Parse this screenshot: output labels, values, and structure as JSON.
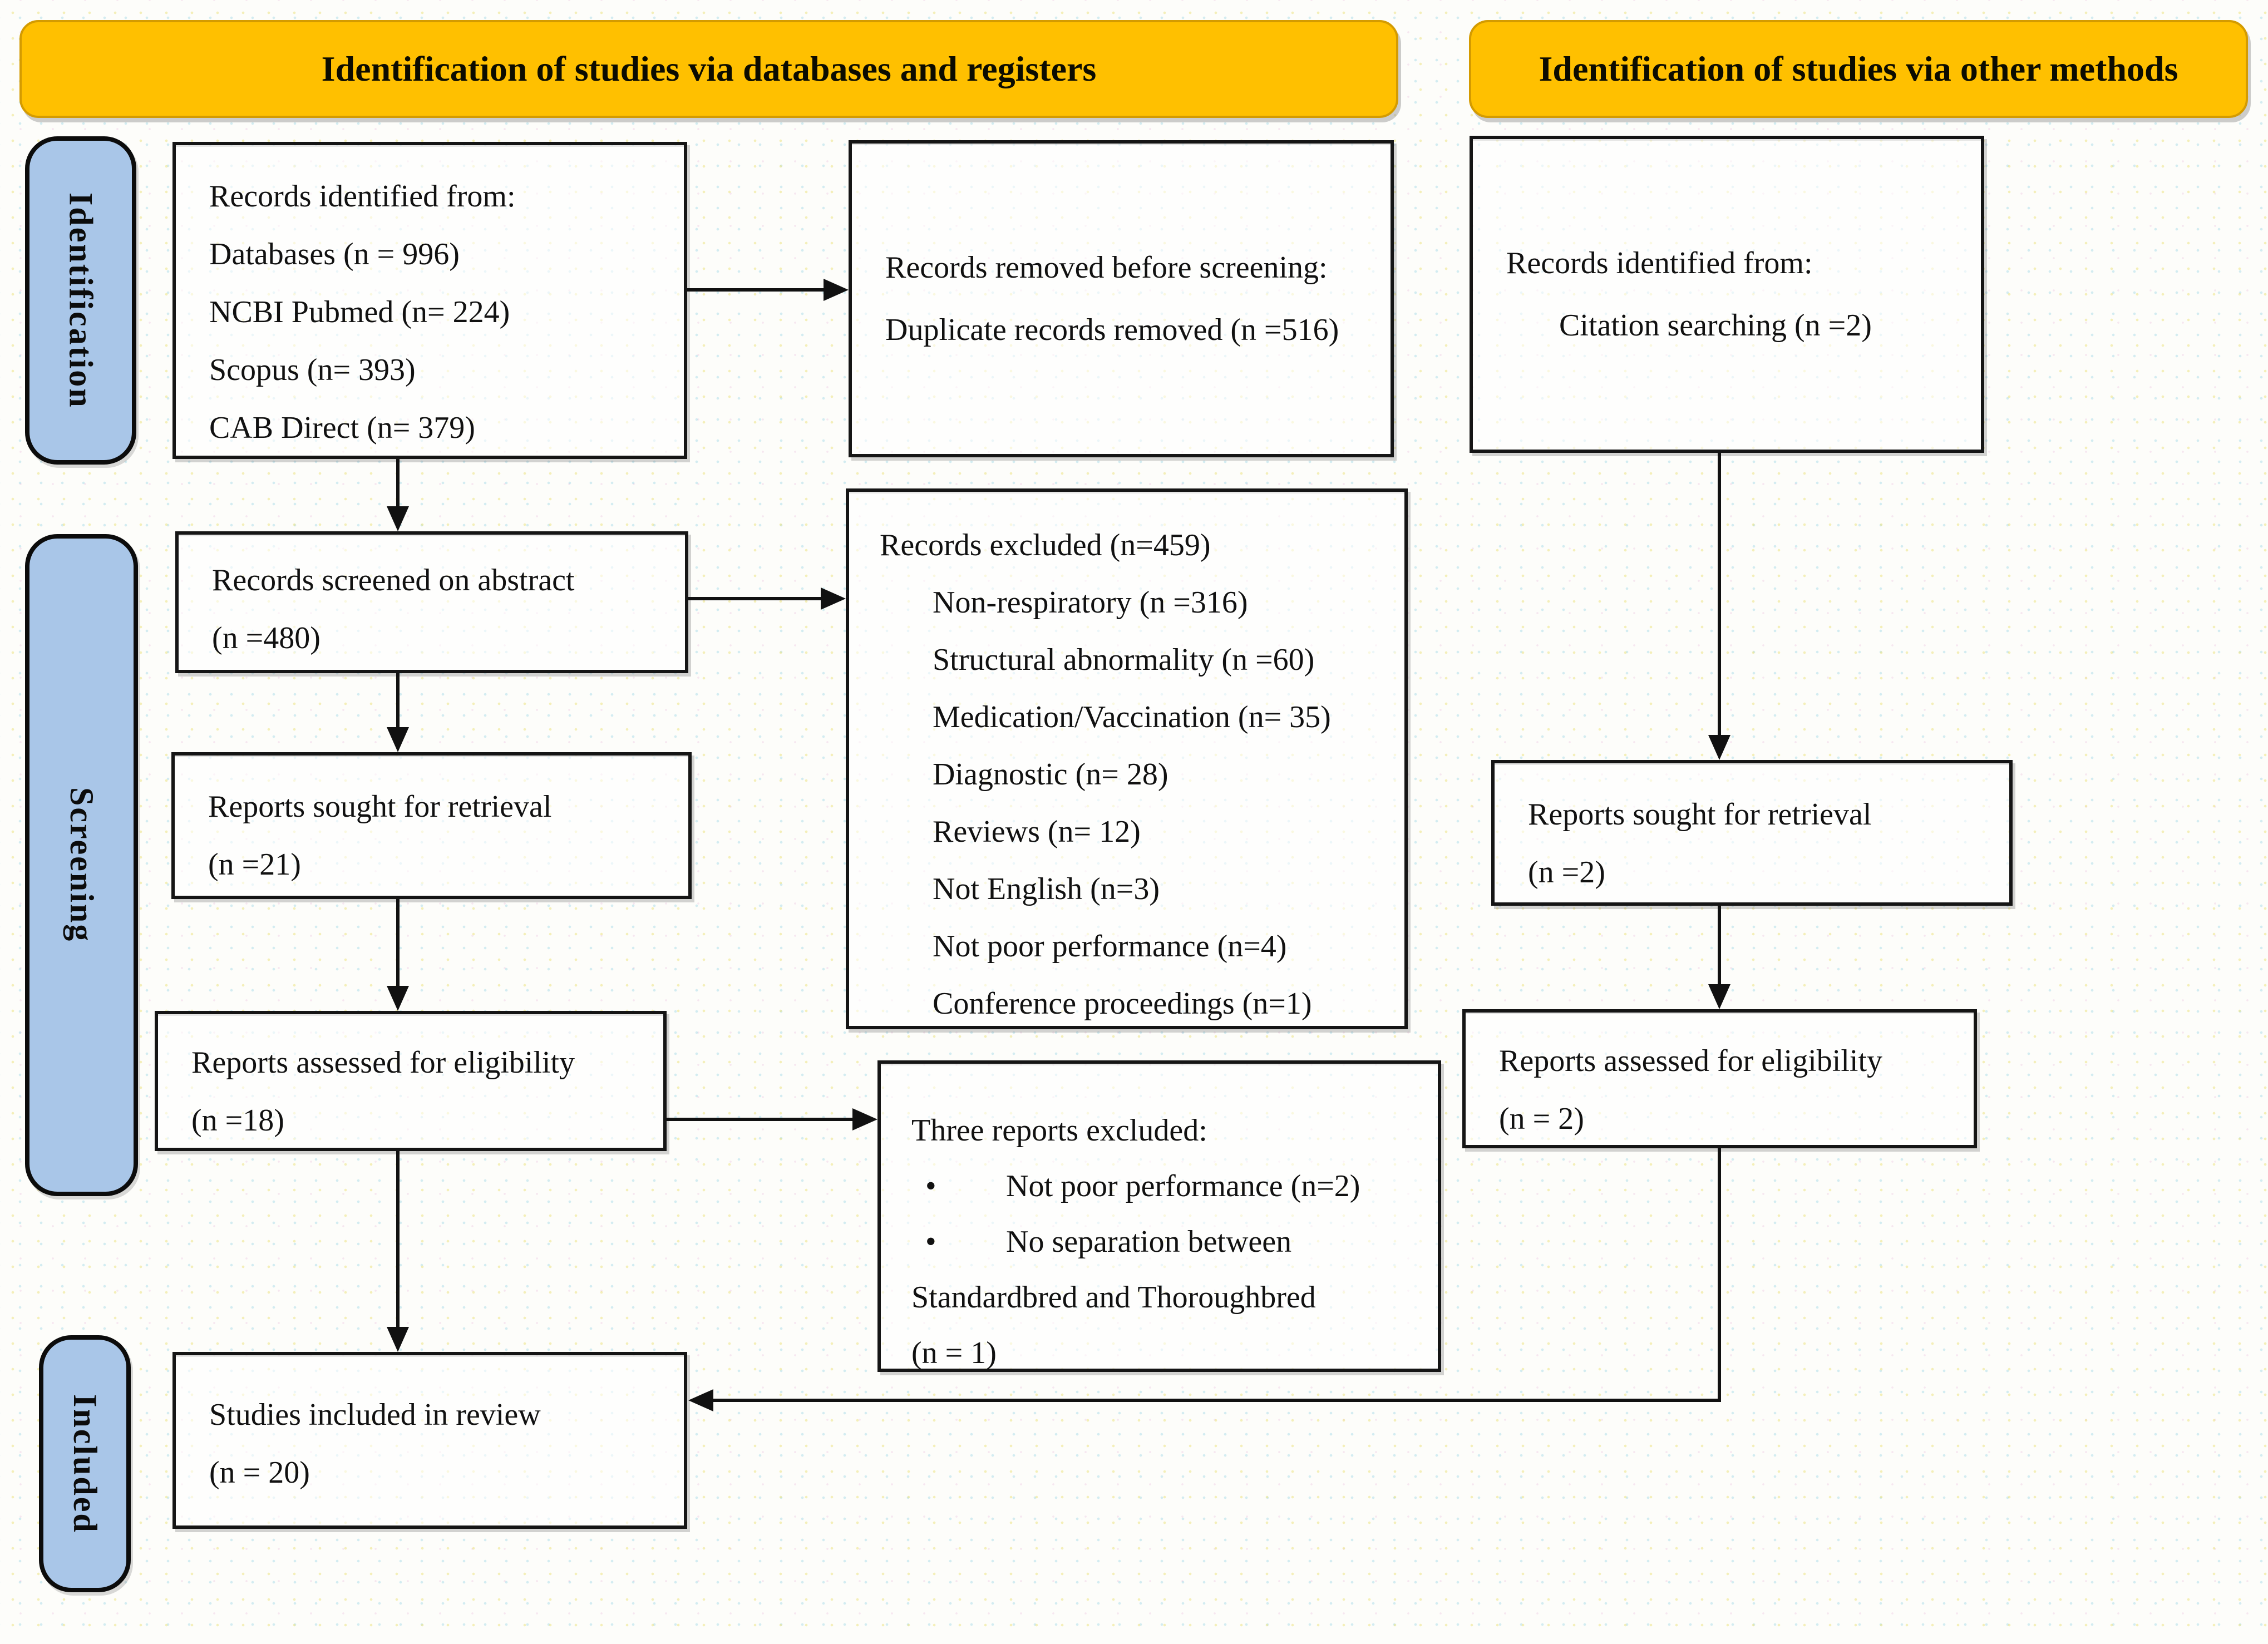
{
  "banners": {
    "databases": "Identification of studies via databases and registers",
    "other_methods": "Identification of studies via other methods"
  },
  "stage_labels": {
    "identification": "Identification",
    "screening": "Screening",
    "included": "Included"
  },
  "boxes": {
    "records_identified": {
      "lines": [
        "Records identified from:",
        "Databases (n = 996)",
        "NCBI Pubmed (n= 224)",
        "Scopus (n= 393)",
        "CAB Direct (n= 379)"
      ]
    },
    "records_removed": {
      "lines": [
        "Records removed before screening:",
        "Duplicate records removed (n =516)"
      ]
    },
    "citation_identified": {
      "lines": [
        "Records identified from:",
        "Citation searching (n =2)"
      ]
    },
    "records_screened": {
      "lines": [
        "Records screened on abstract",
        "(n =480)"
      ]
    },
    "records_excluded": {
      "lines": [
        "Records excluded (n=459)",
        "Non-respiratory (n =316)",
        "Structural abnormality (n =60)",
        "Medication/Vaccination (n= 35)",
        "Diagnostic (n= 28)",
        "Reviews (n= 12)",
        "Not English (n=3)",
        "Not poor performance (n=4)",
        "Conference proceedings (n=1)"
      ]
    },
    "reports_sought_left": {
      "lines": [
        "Reports sought for retrieval",
        "(n =21)"
      ]
    },
    "reports_sought_right": {
      "lines": [
        "Reports sought for retrieval",
        "(n =2)"
      ]
    },
    "reports_assessed_left": {
      "lines": [
        "Reports assessed for eligibility",
        "(n =18)"
      ]
    },
    "three_reports_excluded": {
      "lines": [
        "Three reports excluded:",
        "Not poor performance (n=2)",
        "No separation between",
        "Standardbred and Thoroughbred",
        "(n = 1)"
      ]
    },
    "reports_assessed_right": {
      "lines": [
        "Reports assessed for eligibility",
        "(n = 2)"
      ]
    },
    "studies_included": {
      "lines": [
        "Studies included in review",
        "(n = 20)"
      ]
    }
  },
  "colors": {
    "banner_fill": "#FFC000",
    "banner_border": "#D49B00",
    "stage_fill": "#A9C6E8",
    "box_border": "#151515",
    "line_color": "#111111"
  }
}
